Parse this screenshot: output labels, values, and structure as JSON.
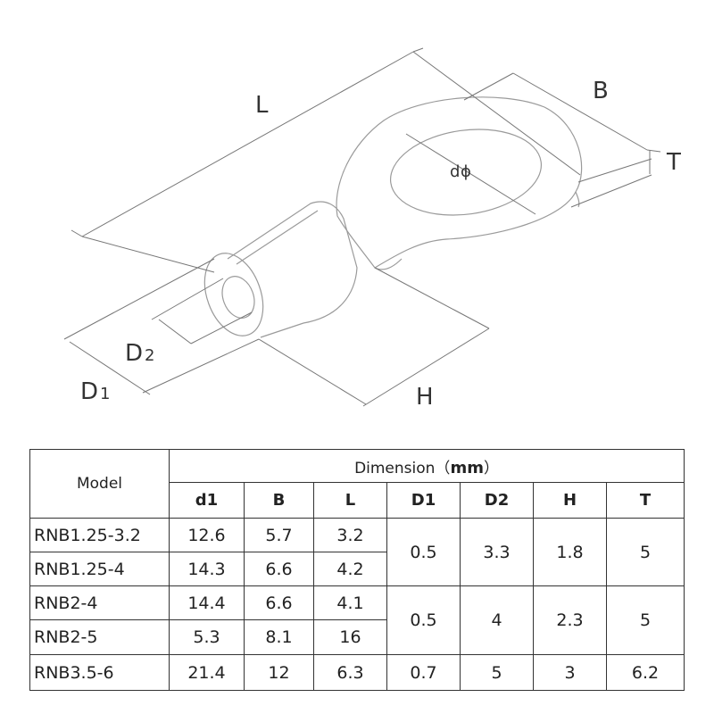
{
  "diagram": {
    "labels": {
      "L": "L",
      "B": "B",
      "T": "T",
      "d": "d",
      "phi": "ϕ",
      "D2_main": "D",
      "D2_sub": "2",
      "D1_main": "D",
      "D1_sub": "1",
      "H": "H"
    }
  },
  "table": {
    "model_header": "Model",
    "dimension_header": "Dimension（",
    "dimension_unit": "mm",
    "dimension_close": "）",
    "columns": [
      "d1",
      "B",
      "L",
      "D1",
      "D2",
      "H",
      "T"
    ],
    "rows": [
      {
        "model": "RNB1.25-3.2",
        "d1": "12.6",
        "B": "5.7",
        "L": "3.2"
      },
      {
        "model": "RNB1.25-4",
        "d1": "14.3",
        "B": "6.6",
        "L": "4.2"
      },
      {
        "model": "RNB2-4",
        "d1": "14.4",
        "B": "6.6",
        "L": "4.1"
      },
      {
        "model": "RNB2-5",
        "d1": "5.3",
        "B": "8.1",
        "L": "16"
      },
      {
        "model": "RNB3.5-6",
        "d1": "21.4",
        "B": "12",
        "L": "6.3"
      }
    ],
    "groups": [
      {
        "D1": "0.5",
        "D2": "3.3",
        "H": "1.8",
        "T": "5"
      },
      {
        "D1": "0.5",
        "D2": "4",
        "H": "2.3",
        "T": "5"
      },
      {
        "D1": "0.7",
        "D2": "5",
        "H": "3",
        "T": "6.2"
      }
    ]
  }
}
